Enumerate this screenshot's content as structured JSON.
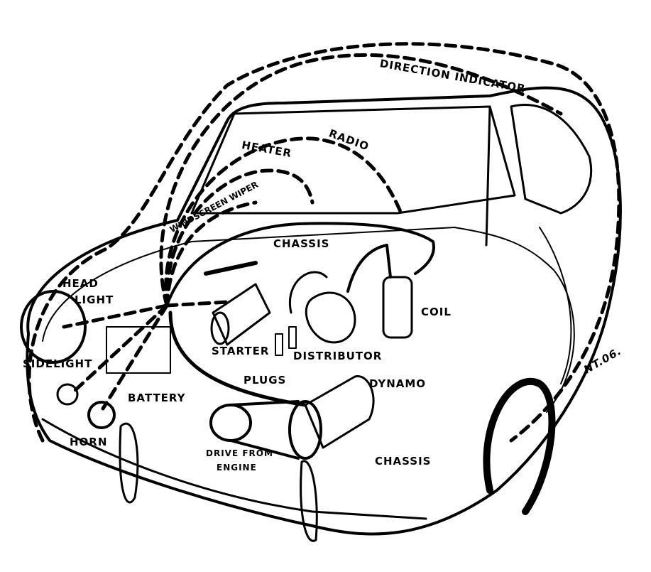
{
  "labels": {
    "direction_indicator": "DIRECTION INDICATOR",
    "radio": "RADIO",
    "heater": "HEATER",
    "windscreen_wiper": "WINDSCREEN WIPER",
    "chassis_top": "CHASSIS",
    "head_light_1": "HEAD",
    "head_light_2": "LIGHT",
    "coil": "COIL",
    "starter": "STARTER",
    "distributor": "DISTRIBUTOR",
    "sidelight": "SIDELIGHT",
    "plugs": "PLUGS",
    "dynamo": "DYNAMO",
    "battery": "BATTERY",
    "horn": "HORN",
    "drive_1": "DRIVE FROM",
    "drive_2": "ENGINE",
    "chassis_bottom": "CHASSIS"
  },
  "signature": "NT.06."
}
